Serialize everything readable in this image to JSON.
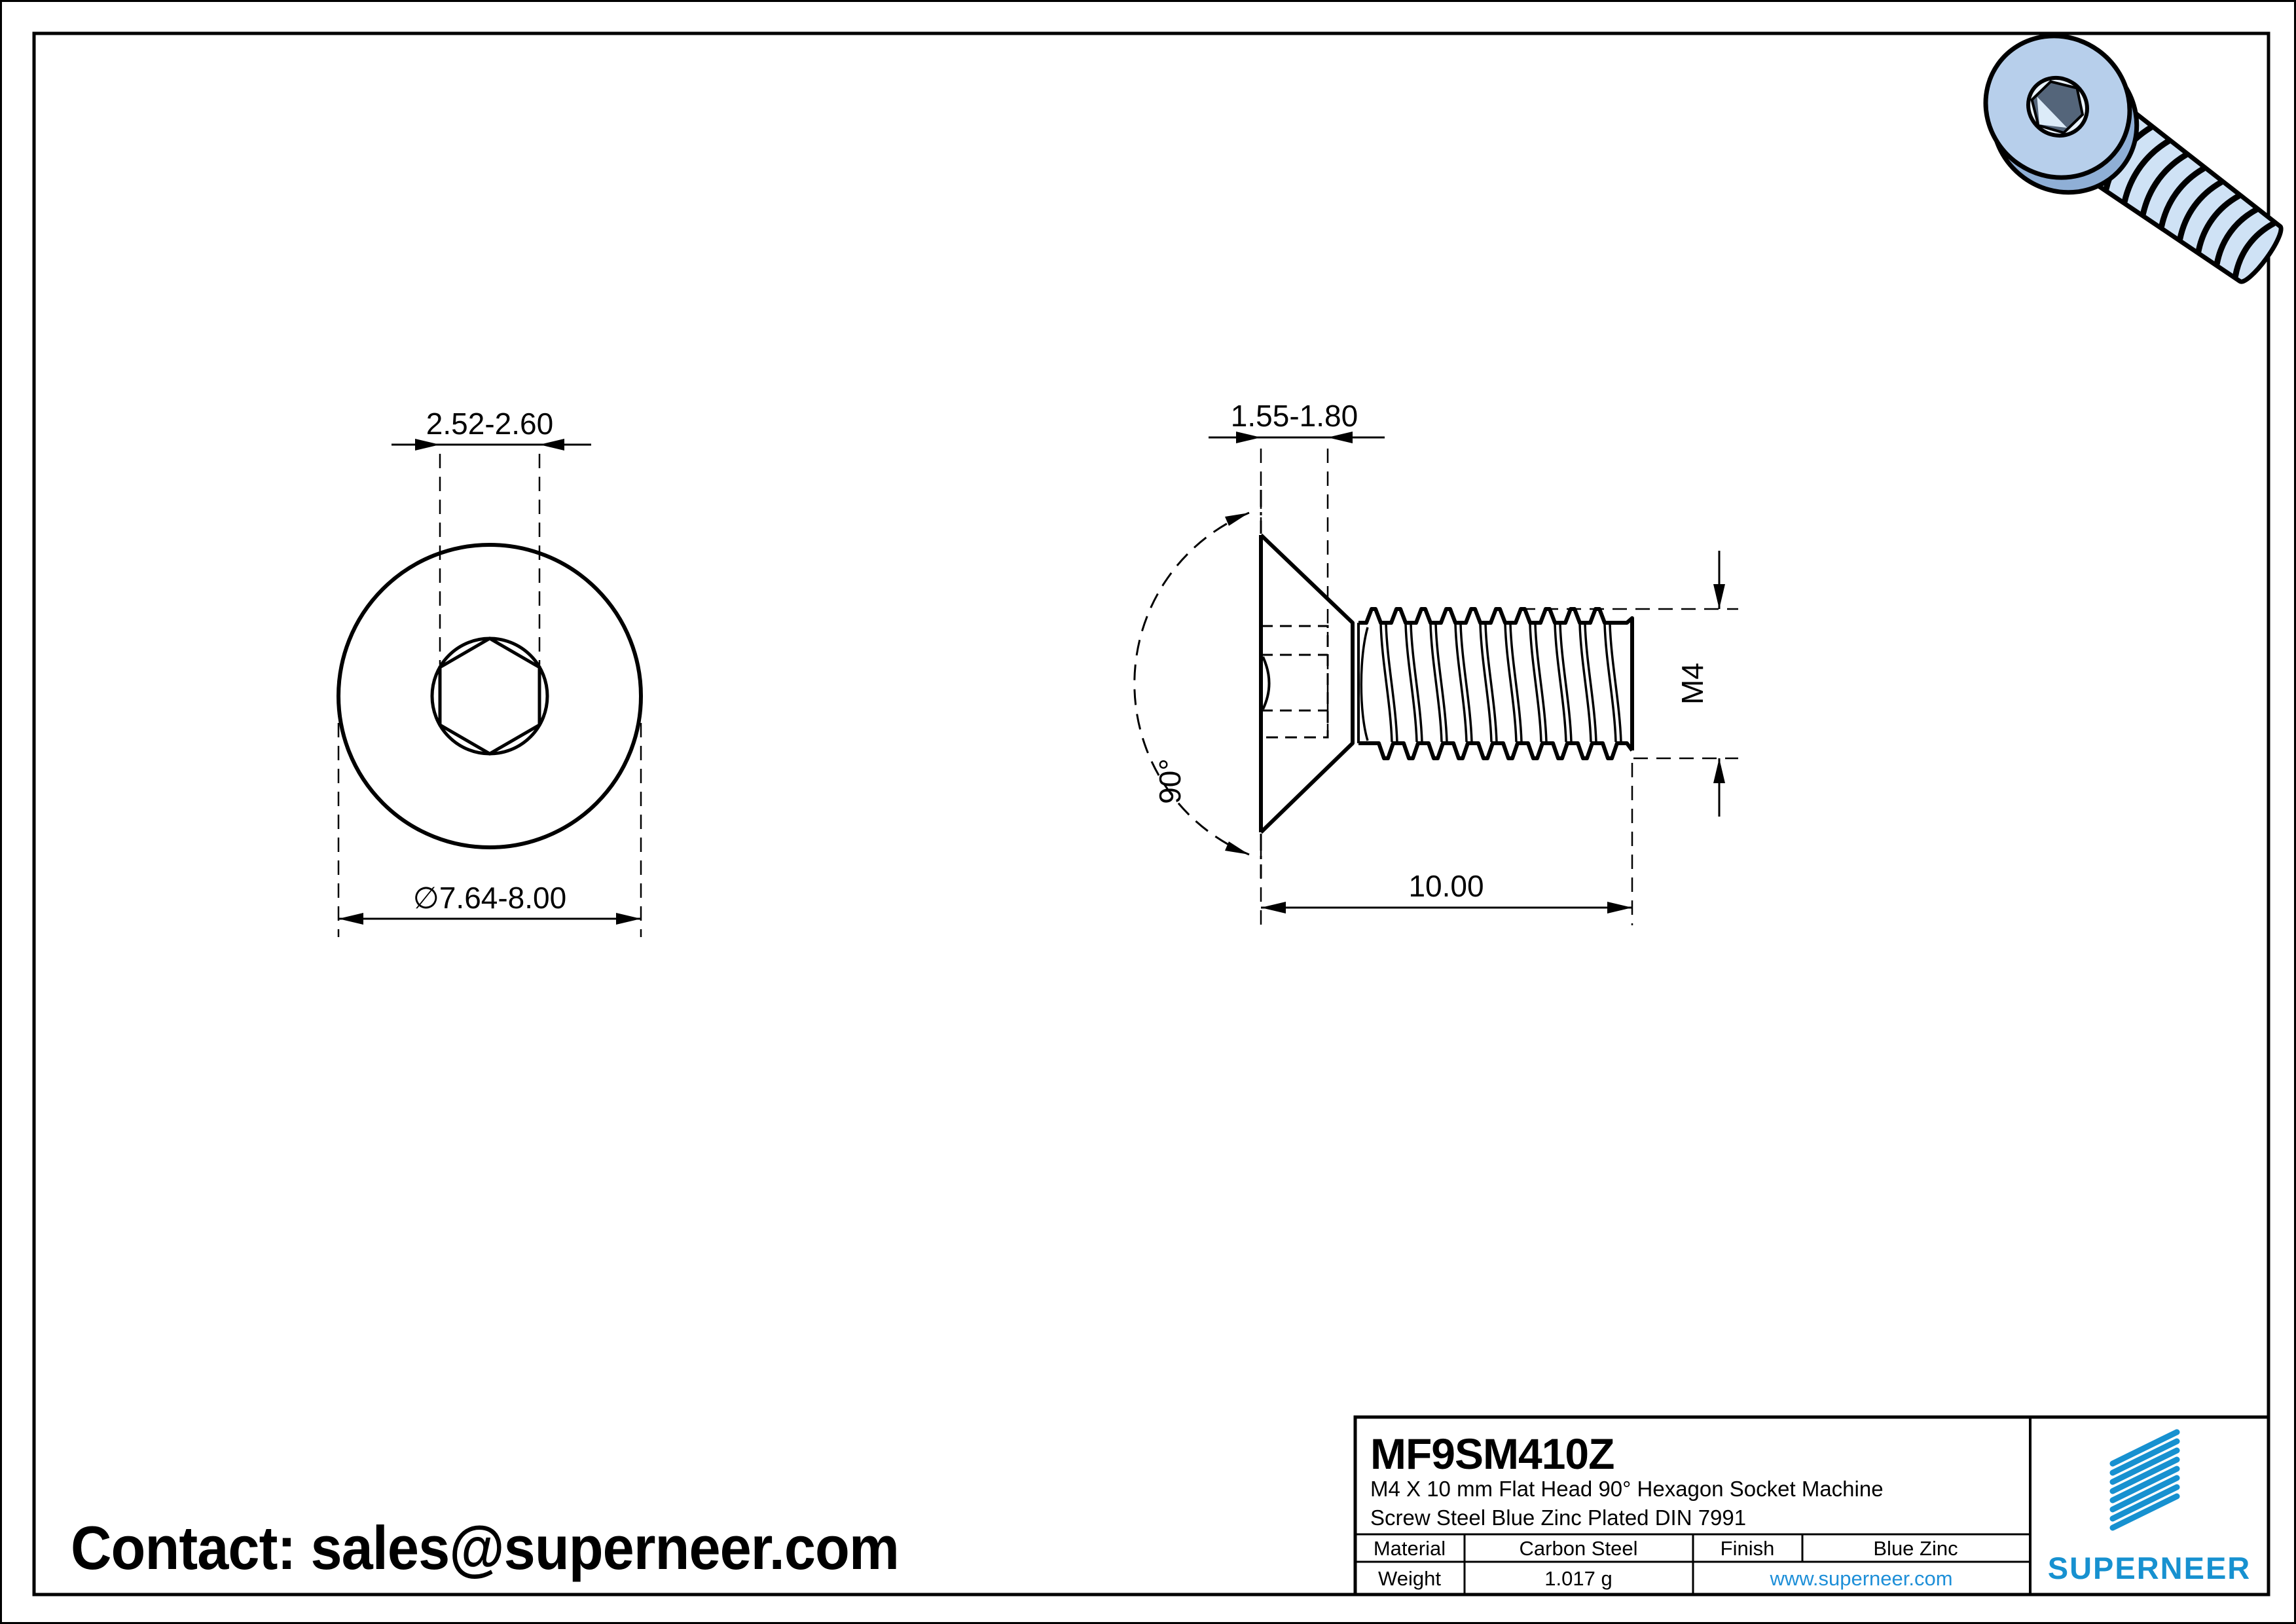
{
  "colors": {
    "line_black": "#000000",
    "brand_blue": "#1791d0",
    "link_blue": "#1e8fd8",
    "screw_body_blue": "#b7cfeb",
    "screw_shade_blue": "#8fafd6",
    "screw_shank_blue": "#cfe2f5",
    "socket_dark": "#54657a"
  },
  "top_view": {
    "socket_width_dim": "2.52-2.60",
    "head_diameter_dim": "∅7.64-8.00"
  },
  "side_view": {
    "head_height_dim": "1.55-1.80",
    "countersink_angle_dim": "90°",
    "thread_size_dim": "M4",
    "length_dim": "10.00"
  },
  "contact": {
    "text": "Contact: sales@superneer.com"
  },
  "title_block": {
    "part_number": "MF9SM410Z",
    "description_line1": "M4 X 10 mm  Flat Head 90° Hexagon Socket Machine",
    "description_line2": "Screw Steel Blue Zinc Plated DIN 7991",
    "material_label": "Material",
    "material_value": "Carbon Steel",
    "finish_label": "Finish",
    "finish_value": "Blue Zinc",
    "weight_label": "Weight",
    "weight_value": "1.017 g",
    "website": "www.superneer.com",
    "brand_name": "SUPERNEER"
  }
}
